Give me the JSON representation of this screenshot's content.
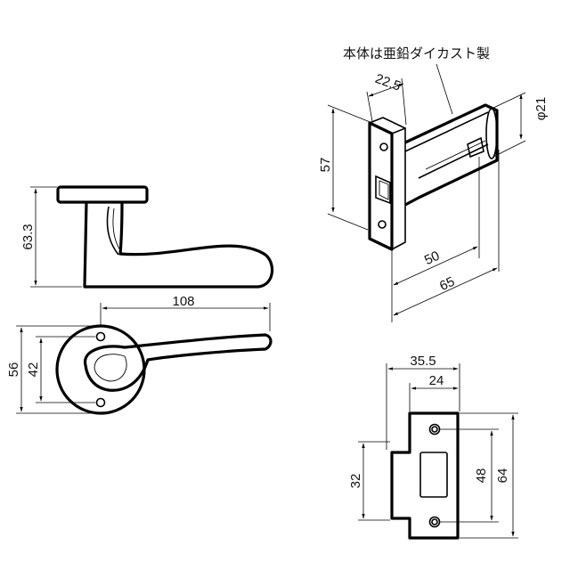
{
  "note": "本体は亜鉛ダイカスト製",
  "dimensions": {
    "handle_height": "63.3",
    "handle_length": "108",
    "rose_outer": "56",
    "rose_screw": "42",
    "latch_width": "22.5",
    "latch_height": "57",
    "latch_diameter": "φ21",
    "backset_50": "50",
    "backset_65": "65",
    "strike_width": "35.5",
    "strike_inner": "24",
    "strike_opening": "32",
    "strike_holes": "48",
    "strike_height": "64"
  }
}
